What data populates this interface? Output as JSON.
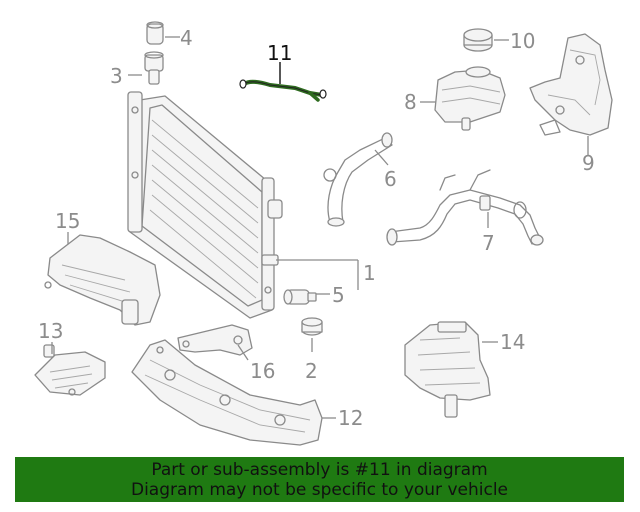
{
  "diagram": {
    "callouts": {
      "c1": "1",
      "c2": "2",
      "c3": "3",
      "c4": "4",
      "c5": "5",
      "c6": "6",
      "c7": "7",
      "c8": "8",
      "c9": "9",
      "c10": "10",
      "c11": "11",
      "c12": "12",
      "c13": "13",
      "c14": "14",
      "c15": "15",
      "c16": "16"
    },
    "highlighted_part": "11",
    "colors": {
      "part_line": "#8a8a8a",
      "highlight_part": "#2e6b1f",
      "banner_bg": "#1f7a12",
      "banner_text": "#111111"
    }
  },
  "banner": {
    "line1": "Part or sub-assembly is #11 in diagram",
    "line2": "Diagram may not be specific to your vehicle"
  }
}
